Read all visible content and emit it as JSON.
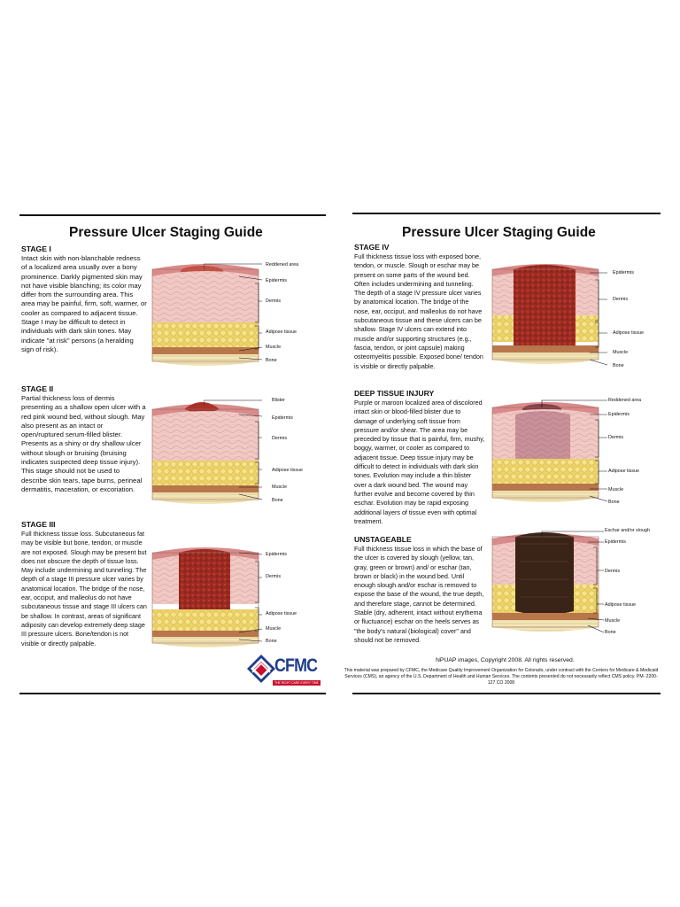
{
  "left_page": {
    "title": "Pressure Ulcer Staging Guide",
    "sections": [
      {
        "heading": "STAGE I",
        "text": "Intact skin with non-blanchable redness of a localized area usually over a bony prominence. Darkly pigmented skin may not have visible blanching; its color may differ from the surrounding area. This area may be painful, firm, soft, warmer, or cooler as compared to adjacent tissue. Stage I may be difficult to detect in individuals with dark skin tones. May indicate \"at risk\" persons (a heralding sign of risk).",
        "labels": [
          "Reddened area",
          "Epidermis",
          "Dermis",
          "Adipose tissue",
          "Muscle",
          "Bone"
        ]
      },
      {
        "heading": "STAGE II",
        "text": "Partial thickness loss of dermis presenting as a shallow open ulcer with a red pink wound bed, without slough. May also present as an intact or open/ruptured serum-filled blister. Presents as a shiny or dry shallow ulcer without slough or bruising (bruising indicates suspected deep tissue injury). This stage should not be used to describe skin tears, tape burns, perineal dermatitis, maceration, or excoriation.",
        "labels": [
          "Blister",
          "Epidermis",
          "Dermis",
          "Adipose tissue",
          "Muscle",
          "Bone"
        ]
      },
      {
        "heading": "STAGE III",
        "text": "Full thickness tissue loss. Subcutaneous fat may be visible but bone, tendon, or muscle are not exposed. Slough may be present but does not obscure the depth of tissue loss. May include undermining and tunneling. The depth of a stage III pressure ulcer varies by anatomical location. The bridge of the nose, ear, occiput, and malleolus do not have subcutaneous tissue and stage III ulcers can be shallow. In contrast, areas of significant adiposity can develop extremely deep stage III pressure ulcers. Bone/tendon is not visible or directly palpable.",
        "labels": [
          "Epidermis",
          "Dermis",
          "Adipose tissue",
          "Muscle",
          "Bone"
        ]
      }
    ],
    "logo_text": "CFMC",
    "logo_subtext": "THE RIGHT CARE EVERY TIME"
  },
  "right_page": {
    "title": "Pressure Ulcer Staging Guide",
    "sections": [
      {
        "heading": "STAGE IV",
        "text": "Full thickness tissue loss with exposed bone, tendon, or muscle. Slough or eschar may be present on some parts of the wound bed. Often includes undermining and tunneling. The depth of a stage IV pressure ulcer varies by anatomical location. The bridge of the nose, ear, occiput, and malleolus do not have subcutaneous tissue and these ulcers can be shallow. Stage IV ulcers can extend into muscle and/or supporting structures (e.g., fascia, tendon, or joint capsule) making osteomyelitis possible. Exposed bone/ tendon is visible or directly palpable.",
        "labels": [
          "Epidermis",
          "Dermis",
          "Adipose tissue",
          "Muscle",
          "Bone"
        ]
      },
      {
        "heading": "DEEP TISSUE INJURY",
        "text": "Purple or maroon localized area of discolored intact skin or blood-filled blister due to damage of underlying soft tissue from pressure and/or shear. The area may be preceded by tissue that is painful, firm, mushy, boggy, warmer, or cooler as compared to adjacent tissue. Deep tissue injury may be difficult to detect in individuals with dark skin tones. Evolution may include a thin blister over a dark wound bed. The wound may further evolve and become covered by thin eschar. Evolution may be rapid exposing additional layers of tissue even with optimal treatment.",
        "labels": [
          "Reddened area",
          "Epidermis",
          "Dermis",
          "Adipose tissue",
          "Muscle",
          "Bone"
        ]
      },
      {
        "heading": "UNSTAGEABLE",
        "text": "Full thickness tissue loss in which the base of the ulcer is covered by slough (yellow, tan, gray, green or brown) and/ or eschar (tan, brown or black) in the wound bed. Until enough slough and/or eschar is removed to expose the base of the wound, the true depth, and therefore stage, cannot be determined. Stable (dry, adherent, intact without erythema or fluctuance) eschar on the heels serves as \"the body's natural (biological) cover\" and should not be removed.",
        "labels": [
          "Eschar and/or slough",
          "Epidermis",
          "Dermis",
          "Adipose tissue",
          "Muscle",
          "Bone"
        ]
      }
    ],
    "credit": "NPUAP images, Copyright 2008. All rights reserved.",
    "fine_print": "This material was prepared by CFMC, the Medicare Quality Improvement Organization for Colorado, under contract with the Centers for Medicare & Medicaid Services (CMS), an agency of the U.S. Department of Health and Human Services. The contents presented do not necessarily reflect CMS policy. PM- 2200-127 CO 2008"
  },
  "colors": {
    "epidermis": "#d98a8a",
    "dermis": "#f0c8c4",
    "adipose": "#ecd36a",
    "muscle": "#b8764a",
    "bone": "#f2e6b8",
    "wound": "#9a2b22",
    "eschar": "#3a2418",
    "logo_red": "#c8102e",
    "logo_blue": "#1f3d8a"
  }
}
